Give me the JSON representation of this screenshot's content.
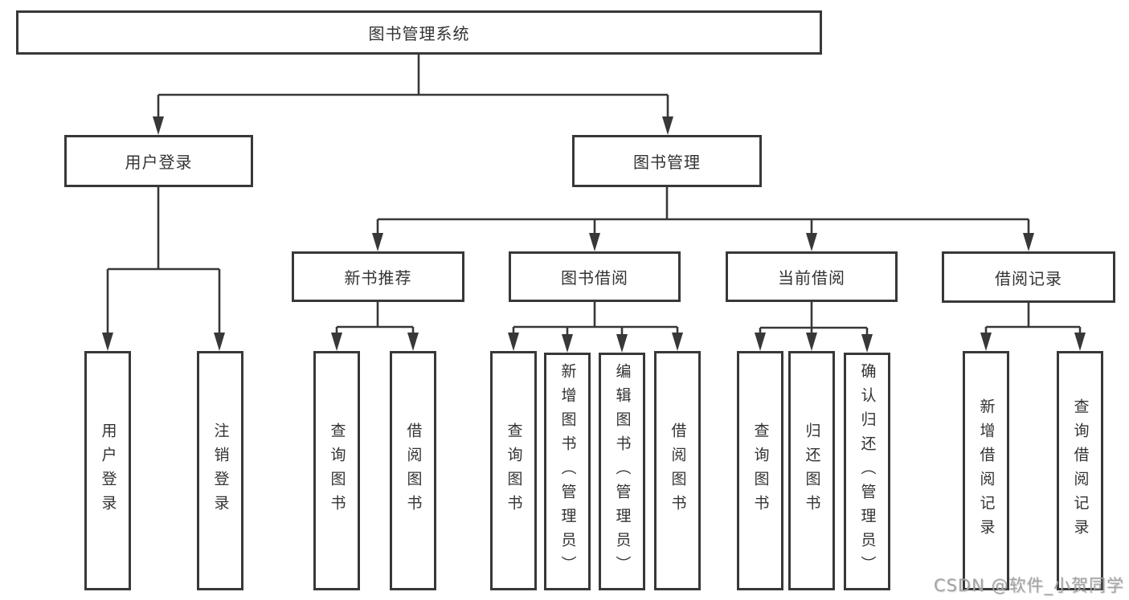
{
  "colors": {
    "line": "#383838",
    "text": "#333333",
    "watermark": "#a3a3a3",
    "background": "#ffffff"
  },
  "watermark": {
    "text": "CSDN @软件_小贺同学"
  },
  "diagram": {
    "root": "图书管理系统",
    "branches": [
      {
        "label": "用户登录",
        "children": [
          "用户登录",
          "注销登录"
        ]
      },
      {
        "label": "图书管理",
        "groups": [
          {
            "label": "新书推荐",
            "children": [
              "查询图书",
              "借阅图书"
            ]
          },
          {
            "label": "图书借阅",
            "children": [
              "查询图书",
              "新增图书（管理员）",
              "编辑图书（管理员）",
              "借阅图书"
            ]
          },
          {
            "label": "当前借阅",
            "children": [
              "查询图书",
              "归还图书",
              "确认归还（管理员）"
            ]
          },
          {
            "label": "借阅记录",
            "children": [
              "新增借阅记录",
              "查询借阅记录"
            ]
          }
        ]
      }
    ]
  }
}
